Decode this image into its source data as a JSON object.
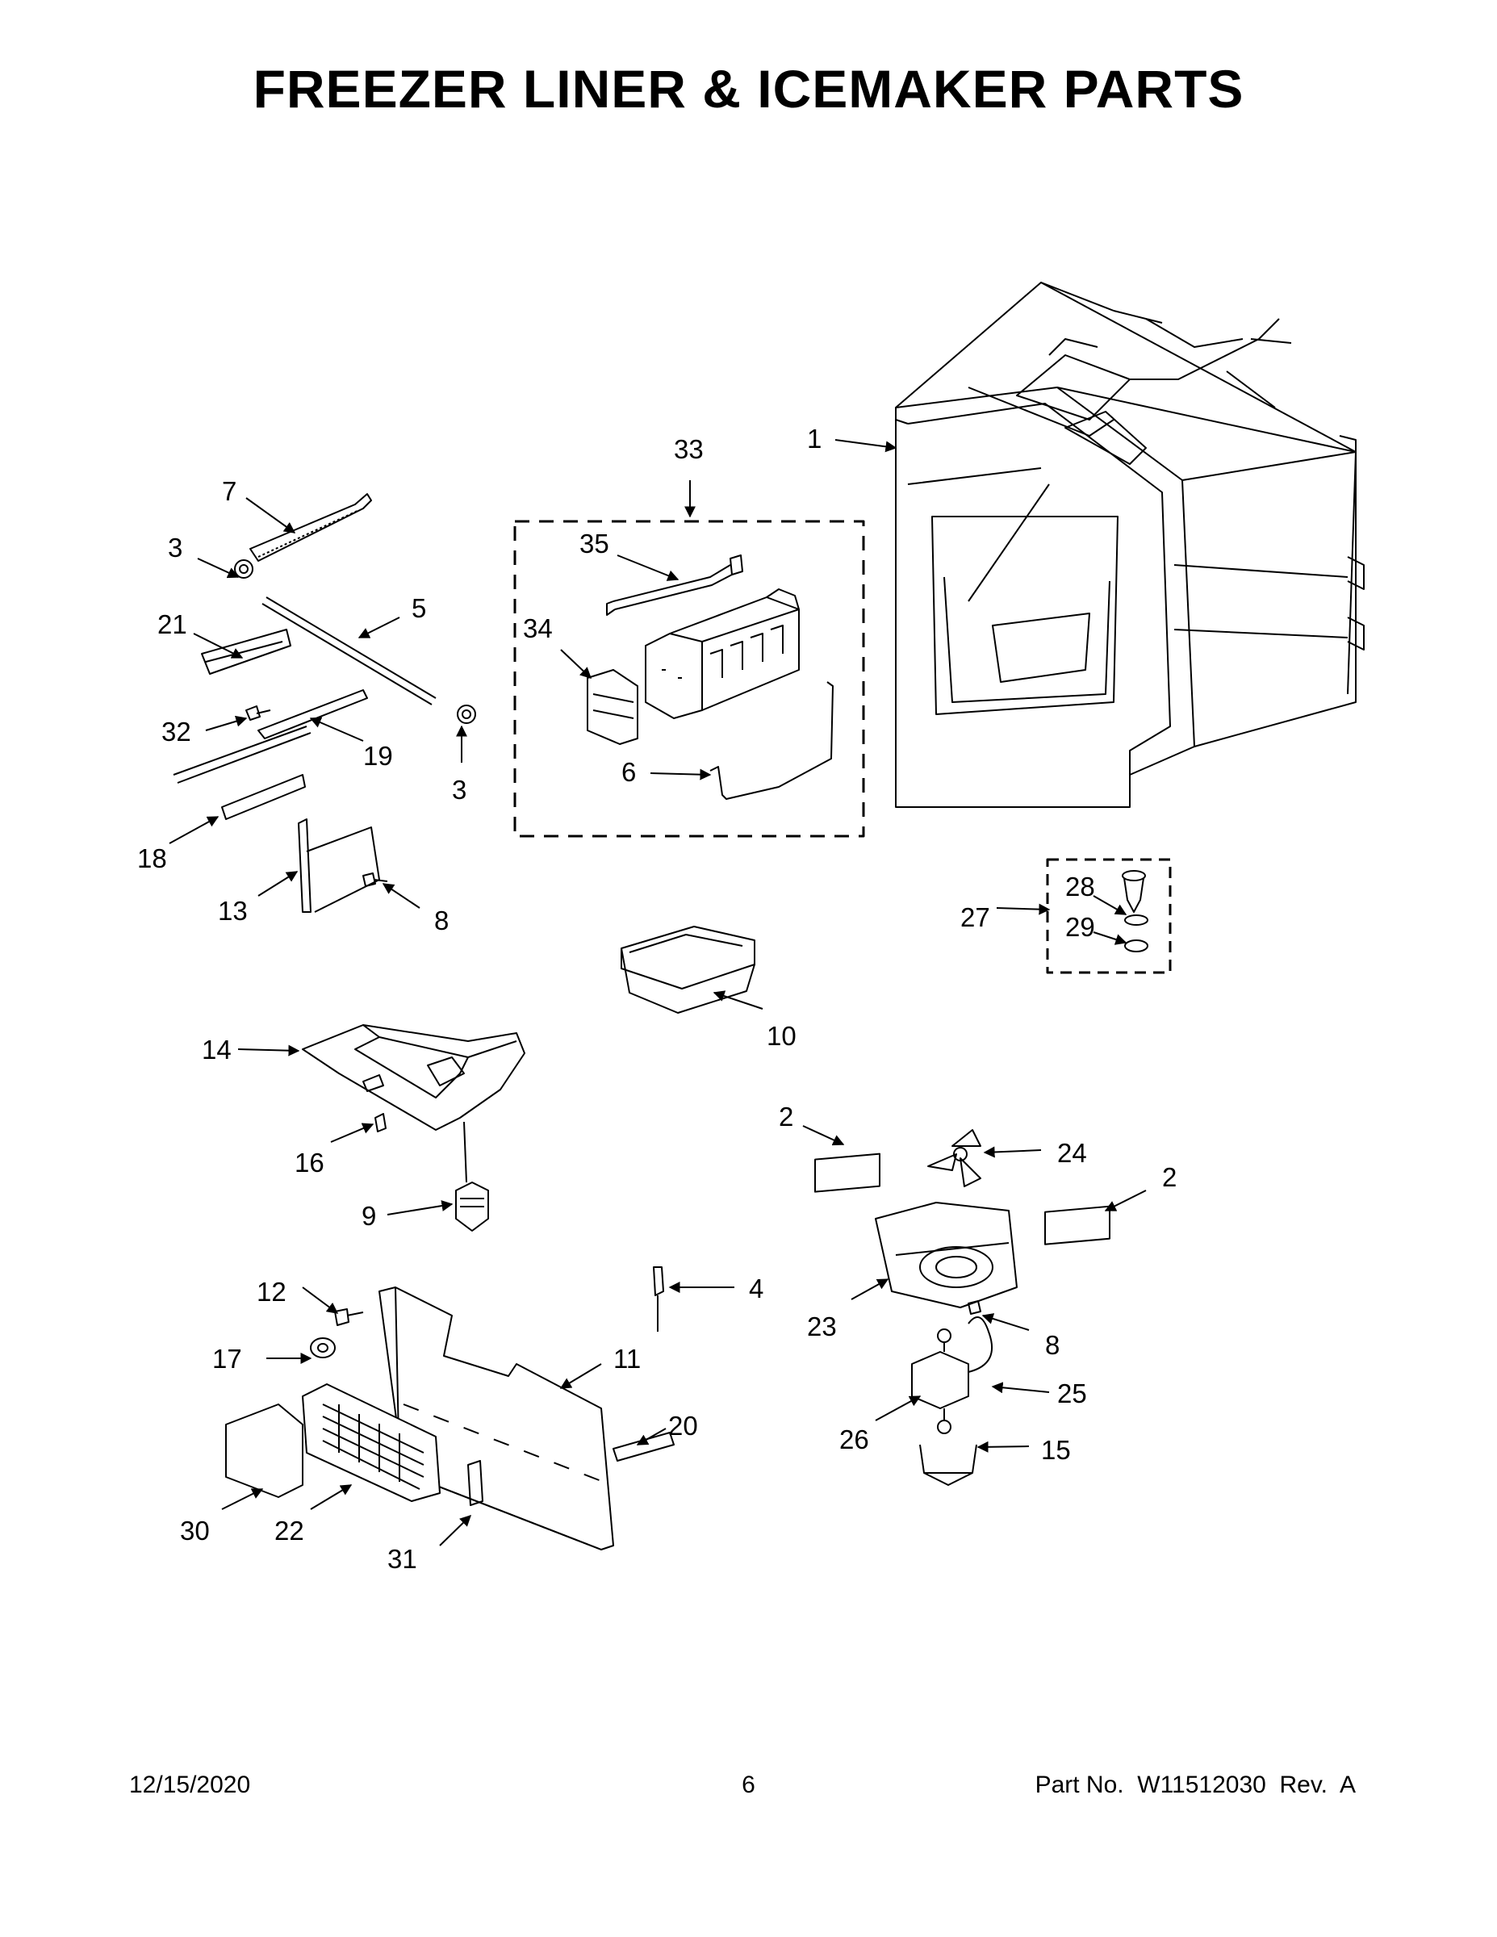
{
  "title": "FREEZER LINER & ICEMAKER PARTS",
  "callouts": {
    "c1": "1",
    "c2a": "2",
    "c2b": "2",
    "c3a": "3",
    "c3b": "3",
    "c4": "4",
    "c5": "5",
    "c6": "6",
    "c7": "7",
    "c8a": "8",
    "c8b": "8",
    "c9": "9",
    "c10": "10",
    "c11": "11",
    "c12": "12",
    "c13": "13",
    "c14": "14",
    "c15": "15",
    "c16": "16",
    "c17": "17",
    "c18": "18",
    "c19": "19",
    "c20": "20",
    "c21": "21",
    "c22": "22",
    "c23": "23",
    "c24": "24",
    "c25": "25",
    "c26": "26",
    "c27": "27",
    "c28": "28",
    "c29": "29",
    "c30": "30",
    "c31": "31",
    "c32": "32",
    "c33": "33",
    "c34": "34",
    "c35": "35"
  },
  "footer": {
    "date": "12/15/2020",
    "page": "6",
    "part": "Part No.  W11512030  Rev.  A"
  }
}
